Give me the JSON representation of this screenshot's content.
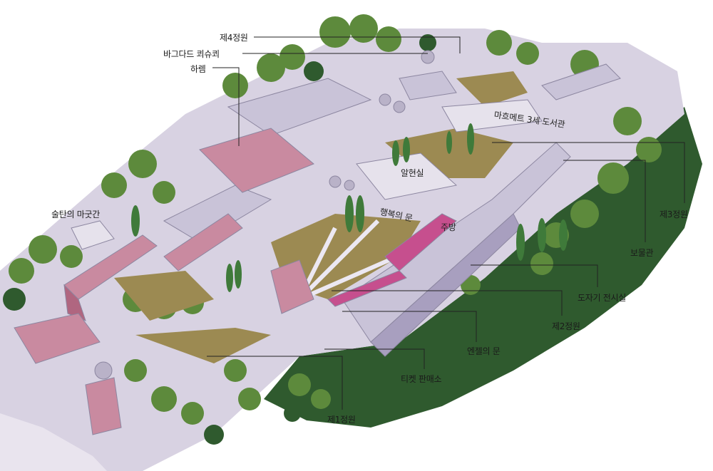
{
  "title": "Topkapi Palace illustrated map",
  "labels": {
    "fourth_courtyard": "제4정원",
    "baghdad_kiosk": "바그다드 쾨슈쾨",
    "harem": "하렘",
    "ahmed_library": "마흐메트 3세 도서관",
    "audience_hall": "알현실",
    "gate_of_felicity": "행복의 문",
    "kitchens": "주방",
    "imperial_stables": "술탄의 마굿간",
    "third_courtyard": "제3정원",
    "treasury": "보물관",
    "porcelain_exhibit": "도자기 전시실",
    "second_courtyard": "제2정원",
    "gate_of_salutation": "엔젤의 문",
    "ticket_office": "티켓 판매소",
    "first_courtyard": "제1정원"
  },
  "colors": {
    "forest": "#2f5a2e",
    "tree": "#5d8a3c",
    "building": "#c9c3d8",
    "roof_pink": "#c98aa0",
    "courtyard": "#9c8a52",
    "path": "#e8e4ee"
  }
}
